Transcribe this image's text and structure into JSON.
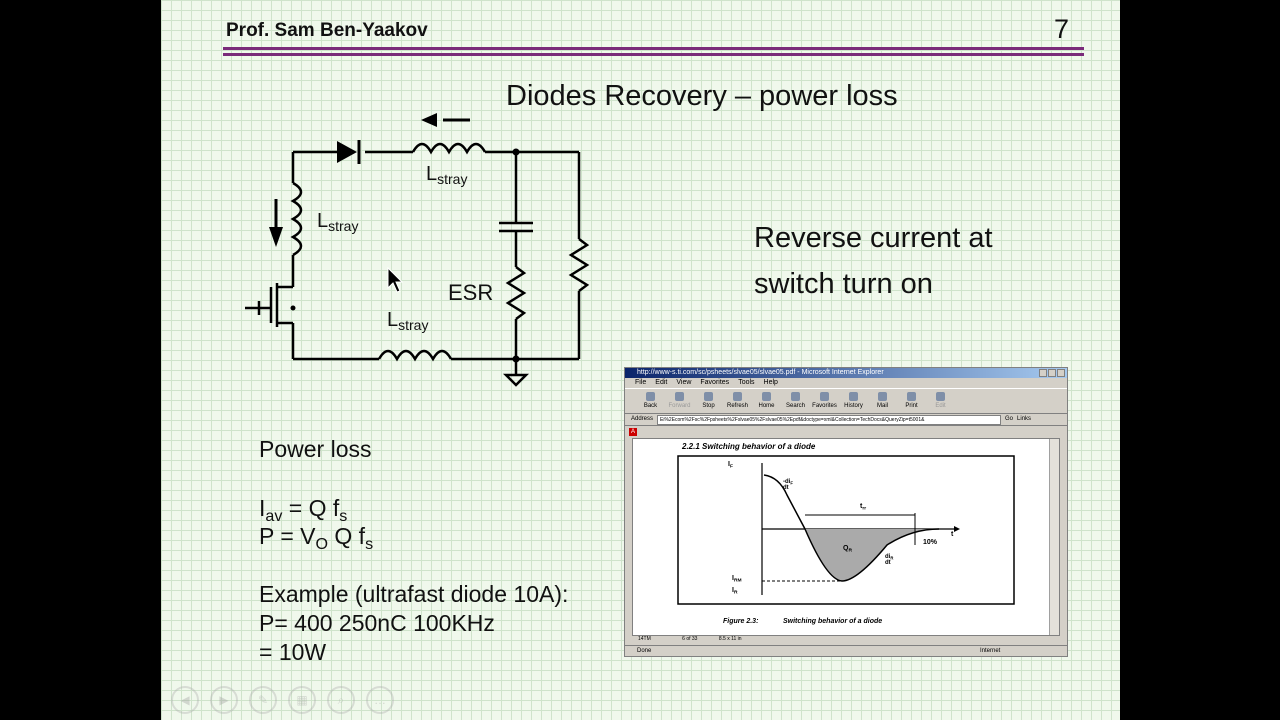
{
  "header": {
    "author": "Prof. Sam Ben-Yaakov",
    "page_number": "7"
  },
  "slide": {
    "title": "Diodes Recovery – power loss",
    "reverse_text_line1": "Reverse current at",
    "reverse_text_line2": "switch turn on",
    "power_loss_heading": "Power loss",
    "eq1": {
      "lhs": "I",
      "lhs_sub": "av",
      "mid": " = Q f",
      "rhs_sub": "s"
    },
    "eq2": {
      "lhs": "P = V",
      "lhs_sub": "O",
      "mid": " Q f",
      "rhs_sub": "s"
    },
    "example_line1": "Example (ultrafast diode 10A):",
    "example_line2": "P= 400 250nC 100KHz",
    "example_line3": "= 10W"
  },
  "circuit": {
    "label_stray_top": "L",
    "label_stray_top_sub": "stray",
    "label_stray_left": "L",
    "label_stray_left_sub": "stray",
    "label_stray_bottom": "L",
    "label_stray_bottom_sub": "stray",
    "label_esr": "ESR"
  },
  "browser": {
    "window_title": "http://www-s.ti.com/sc/psheets/slvae05/slvae05.pdf - Microsoft Internet Explorer",
    "menu": [
      "File",
      "Edit",
      "View",
      "Favorites",
      "Tools",
      "Help"
    ],
    "toolbar": [
      "Back",
      "Forward",
      "Stop",
      "Refresh",
      "Home",
      "Search",
      "Favorites",
      "History",
      "Mail",
      "Print",
      "Edit"
    ],
    "address_label": "Address",
    "address_value": "Ei%2Ecom%2Fsc%2Fpsheets%2Fslvae05%2Fslvae05%2Epdf&doctype=xml&Collection=TechDocs&QueryZip=t5001&",
    "go_label": "Go",
    "links_label": "Links",
    "pdf_heading": "2.2.1  Switching behavior of a diode",
    "figure_caption_num": "Figure 2.3:",
    "figure_caption_text": "Switching behavior of a diode",
    "page_indicator": "6 of 33",
    "zoom": "14TM",
    "page_size": "8.5 x 11 in",
    "status_left": "Done",
    "status_right": "Internet",
    "graph_labels": {
      "IF": "I",
      "IF_sub": "F",
      "IRM": "I",
      "IRM_sub": "RM",
      "IR": "I",
      "IR_sub": "R",
      "trr": "t",
      "trr_sub": "rr",
      "QR": "Q",
      "QR_sub": "R",
      "pct": "10%",
      "t": "t",
      "didt1": "-di",
      "didt1_sub": "F",
      "dt": "dt",
      "didt2": "di",
      "didt2_sub": "R"
    }
  }
}
